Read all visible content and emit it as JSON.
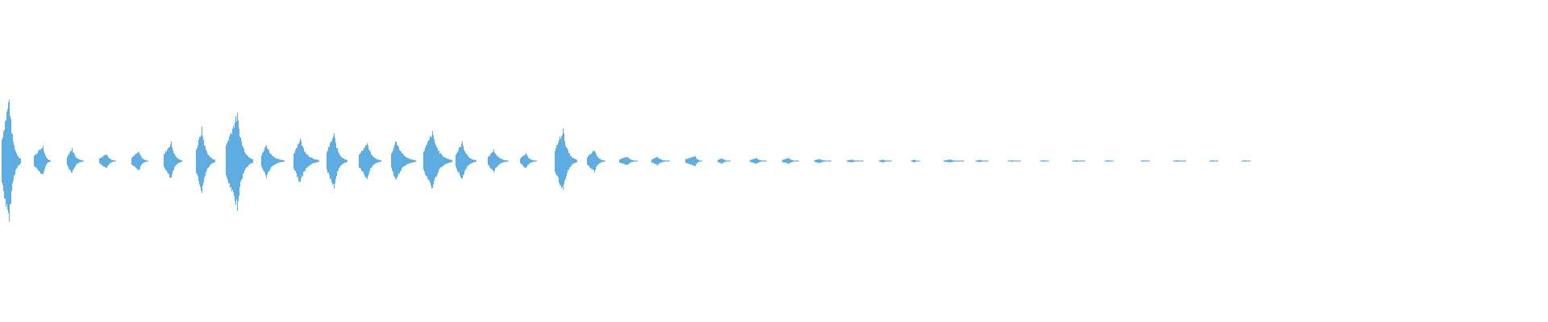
{
  "chart_data": {
    "type": "waveform",
    "title": "",
    "xlabel": "",
    "ylabel": "",
    "xlim": [
      0,
      1920
    ],
    "ylim": [
      -1,
      1
    ],
    "grid": false,
    "color": "#5dade2",
    "background": "#ffffff",
    "bursts": [
      {
        "start": 2,
        "peak": 11,
        "end": 25,
        "amplitude": 0.42
      },
      {
        "start": 42,
        "peak": 53,
        "end": 62,
        "amplitude": 0.1
      },
      {
        "start": 83,
        "peak": 89,
        "end": 103,
        "amplitude": 0.085
      },
      {
        "start": 123,
        "peak": 132,
        "end": 143,
        "amplitude": 0.05
      },
      {
        "start": 163,
        "peak": 172,
        "end": 183,
        "amplitude": 0.065
      },
      {
        "start": 203,
        "peak": 212,
        "end": 225,
        "amplitude": 0.125
      },
      {
        "start": 243,
        "peak": 250,
        "end": 266,
        "amplitude": 0.215
      },
      {
        "start": 280,
        "peak": 294,
        "end": 313,
        "amplitude": 0.31
      },
      {
        "start": 324,
        "peak": 330,
        "end": 352,
        "amplitude": 0.11
      },
      {
        "start": 364,
        "peak": 372,
        "end": 395,
        "amplitude": 0.15
      },
      {
        "start": 405,
        "peak": 414,
        "end": 430,
        "amplitude": 0.18
      },
      {
        "start": 445,
        "peak": 455,
        "end": 472,
        "amplitude": 0.12
      },
      {
        "start": 485,
        "peak": 491,
        "end": 515,
        "amplitude": 0.14
      },
      {
        "start": 525,
        "peak": 536,
        "end": 560,
        "amplitude": 0.19
      },
      {
        "start": 565,
        "peak": 573,
        "end": 590,
        "amplitude": 0.125
      },
      {
        "start": 605,
        "peak": 612,
        "end": 630,
        "amplitude": 0.075
      },
      {
        "start": 645,
        "peak": 652,
        "end": 665,
        "amplitude": 0.05
      },
      {
        "start": 688,
        "peak": 698,
        "end": 715,
        "amplitude": 0.21
      },
      {
        "start": 728,
        "peak": 737,
        "end": 750,
        "amplitude": 0.075
      },
      {
        "start": 768,
        "peak": 778,
        "end": 790,
        "amplitude": 0.03
      },
      {
        "start": 808,
        "peak": 815,
        "end": 830,
        "amplitude": 0.028
      },
      {
        "start": 850,
        "peak": 862,
        "end": 870,
        "amplitude": 0.035
      },
      {
        "start": 890,
        "peak": 895,
        "end": 905,
        "amplitude": 0.02
      },
      {
        "start": 930,
        "peak": 938,
        "end": 950,
        "amplitude": 0.02
      },
      {
        "start": 970,
        "peak": 978,
        "end": 990,
        "amplitude": 0.02
      },
      {
        "start": 1010,
        "peak": 1016,
        "end": 1030,
        "amplitude": 0.015
      },
      {
        "start": 1050,
        "peak": 1056,
        "end": 1070,
        "amplitude": 0.01
      },
      {
        "start": 1090,
        "peak": 1095,
        "end": 1105,
        "amplitude": 0.01
      },
      {
        "start": 1130,
        "peak": 1134,
        "end": 1140,
        "amplitude": 0.01
      },
      {
        "start": 1170,
        "peak": 1178,
        "end": 1195,
        "amplitude": 0.01
      },
      {
        "start": 1210,
        "peak": 1215,
        "end": 1225,
        "amplitude": 0.008
      },
      {
        "start": 1250,
        "peak": 1255,
        "end": 1265,
        "amplitude": 0.005
      },
      {
        "start": 1290,
        "peak": 1294,
        "end": 1300,
        "amplitude": 0.005
      },
      {
        "start": 1330,
        "peak": 1335,
        "end": 1345,
        "amplitude": 0.005
      },
      {
        "start": 1370,
        "peak": 1374,
        "end": 1380,
        "amplitude": 0.005
      },
      {
        "start": 1415,
        "peak": 1418,
        "end": 1425,
        "amplitude": 0.005
      },
      {
        "start": 1455,
        "peak": 1460,
        "end": 1470,
        "amplitude": 0.005
      },
      {
        "start": 1500,
        "peak": 1504,
        "end": 1510,
        "amplitude": 0.005
      },
      {
        "start": 1540,
        "peak": 1544,
        "end": 1550,
        "amplitude": 0.005
      }
    ]
  }
}
